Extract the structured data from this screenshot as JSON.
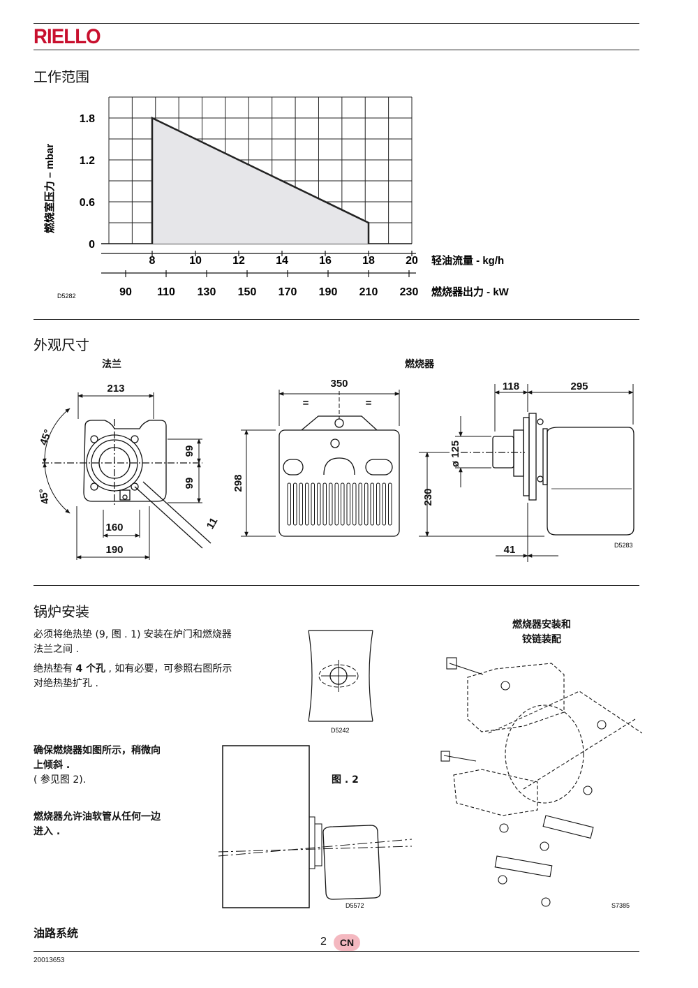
{
  "brand": "RIELLO",
  "sections": {
    "range": "工作范围",
    "dimensions": "外观尺寸",
    "mounting": "锅炉安装",
    "oil": "油路系统"
  },
  "chart_data": {
    "type": "area",
    "xlabel": "轻油流量 - kg/h",
    "x2label": "燃烧器出力 - kW",
    "ylabel": "燃烧室压力 – mbar",
    "x_ticks": [
      "8",
      "10",
      "12",
      "14",
      "16",
      "18",
      "20"
    ],
    "x2_ticks": [
      "90",
      "110",
      "130",
      "150",
      "170",
      "190",
      "210",
      "230"
    ],
    "y_ticks": [
      "0",
      "0.6",
      "1.2",
      "1.8"
    ],
    "xlim": [
      6,
      20
    ],
    "ylim": [
      0,
      2.1
    ],
    "series": [
      {
        "x": [
          8,
          8,
          18,
          18
        ],
        "y": [
          0,
          1.8,
          0.3,
          0
        ]
      }
    ],
    "code": "D5282"
  },
  "dims": {
    "flange_label": "法兰",
    "burner_label": "燃烧器",
    "d213": "213",
    "d45a": "45°",
    "d45b": "45°",
    "d99a": "99",
    "d99b": "99",
    "d160": "160",
    "d190": "190",
    "d11": "11",
    "d350": "350",
    "eq": "=",
    "d298": "298",
    "d118": "118",
    "d295": "295",
    "d125": "ø 125",
    "d230": "230",
    "d41": "41",
    "code": "D5283"
  },
  "mount": {
    "p1a": "必须将绝热垫 (9, 图 . 1) 安装在炉门和燃烧器",
    "p1b": "法兰之间 .",
    "p2a": "绝热垫有 ",
    "p2bold": "4 个孔",
    "p2b": " , 如有必要，可参照右图所示",
    "p2c": "对绝热垫扩孔 .",
    "code1": "D5242",
    "p3a": "确保燃烧器如图所示，稍微向",
    "p3b": "上倾斜 .",
    "p3c": "( 参见图 2).",
    "p4a": "燃烧器允许油软管从任何一边",
    "p4b": "进入 .",
    "fig2": "图 . 2",
    "code2": "D5572",
    "hinge_a": "燃烧器安装和",
    "hinge_b": "铰链装配",
    "code3": "S7385"
  },
  "footer": {
    "docnum": "20013653",
    "page": "2",
    "lang": "CN"
  }
}
